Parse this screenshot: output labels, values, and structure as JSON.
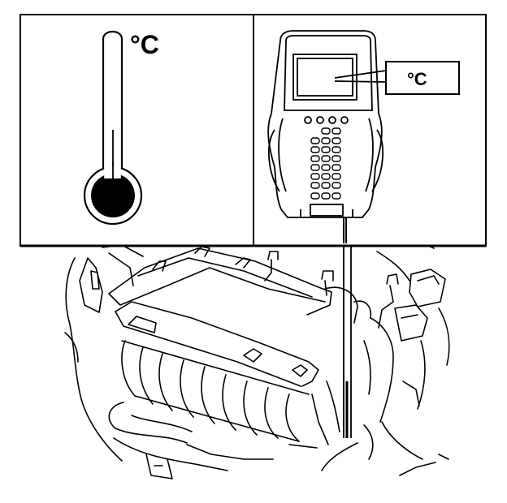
{
  "diagram": {
    "panels": {
      "thermometer": {
        "unit_label": "°C",
        "icon": "thermometer-icon"
      },
      "scan_tool": {
        "display_label": "°C",
        "icon": "scan-tool-icon"
      }
    },
    "engine": {
      "icon": "engine-bay-illustration"
    },
    "colors": {
      "line": "#000000",
      "background": "#ffffff"
    }
  }
}
